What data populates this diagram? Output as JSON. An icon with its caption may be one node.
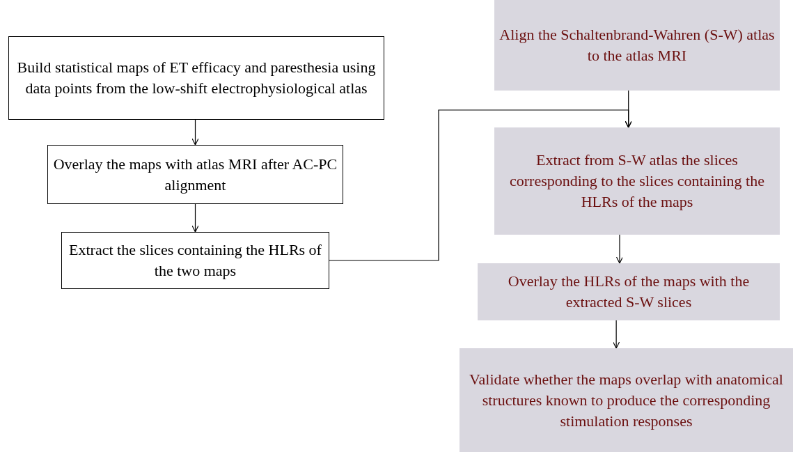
{
  "diagram": {
    "nodes": [
      {
        "text": [
          "Build statistical maps of ET efficacy and paresthesia using data points from the low-shift electrophysiological atlas"
        ]
      },
      {
        "text": [
          "Overlay the maps with atlas MRI after AC-PC alignment"
        ]
      },
      {
        "text": [
          "Extract the slices containing the HLRs of the two maps"
        ]
      },
      {
        "text": [
          "Align the Schaltenbrand-Wahren (S-W) atlas to the atlas MRI"
        ]
      },
      {
        "text": [
          "Extract from S-W atlas the slices corresponding to the slices containing the HLRs of the maps"
        ]
      },
      {
        "text": [
          "Overlay the HLRs of the maps with the extracted S-W slices"
        ]
      },
      {
        "text": [
          "Validate whether the maps overlap with anatomical structures known to produce the corresponding stimulation responses"
        ]
      }
    ],
    "edges": [
      {
        "from": 0,
        "to": 1,
        "arrow": "to"
      },
      {
        "from": 1,
        "to": 2,
        "arrow": "to"
      },
      {
        "from": 2,
        "to": 4,
        "arrow": "to"
      },
      {
        "from": 3,
        "to": 4,
        "arrow": "to"
      },
      {
        "from": 4,
        "to": 5,
        "arrow": "to"
      },
      {
        "from": 5,
        "to": 6,
        "arrow": "to"
      }
    ]
  }
}
